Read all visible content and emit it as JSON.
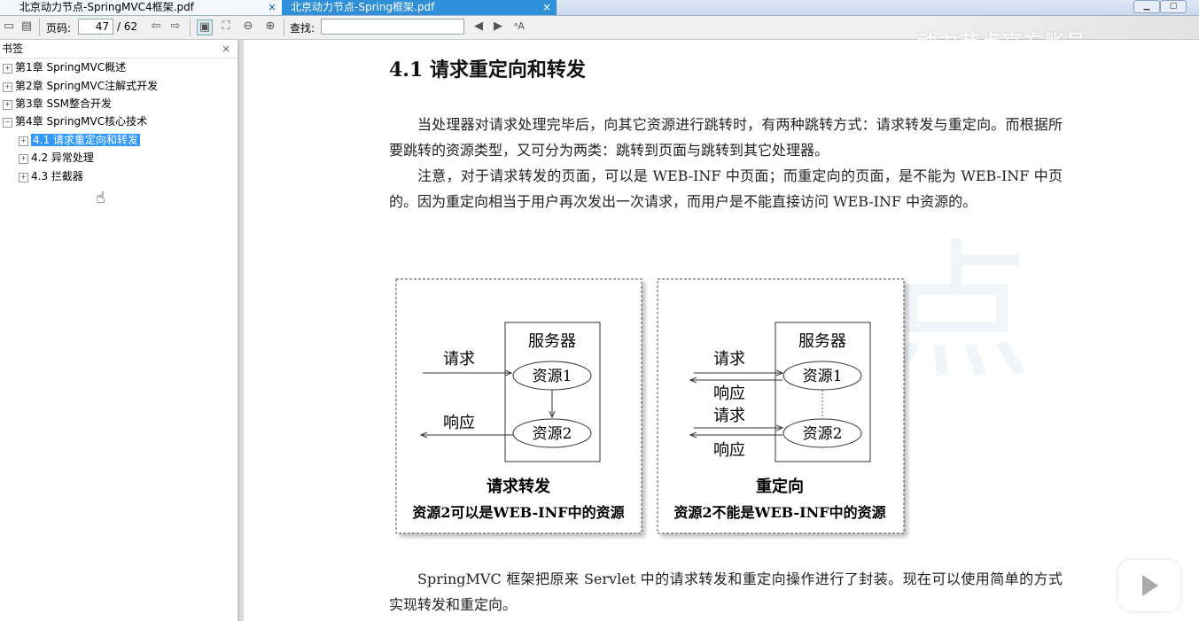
{
  "tabs": [
    {
      "label": "北京动力节点-SpringMVC4框架.pdf",
      "close": "×"
    },
    {
      "label": "北京动力节点-Spring框架.pdf",
      "close": "×"
    }
  ],
  "toolbar": {
    "page_label": "页码:",
    "page_current": "47",
    "page_total": "/ 62",
    "find_label": "查找:",
    "find_value": ""
  },
  "watermark": "动力节点官方账号",
  "sidebar": {
    "title": "书签",
    "close": "×",
    "items": [
      {
        "label": "第1章 SpringMVC概述",
        "exp": "+"
      },
      {
        "label": "第2章 SpringMVC注解式开发",
        "exp": "+"
      },
      {
        "label": "第3章 SSM整合开发",
        "exp": "+"
      },
      {
        "label": "第4章 SpringMVC核心技术",
        "exp": "−"
      },
      {
        "label": "4.1 请求重定向和转发",
        "exp": "+"
      },
      {
        "label": "4.2 异常处理",
        "exp": "+"
      },
      {
        "label": "4.3 拦截器",
        "exp": "+"
      }
    ]
  },
  "document": {
    "heading": "4.1  请求重定向和转发",
    "p1": "当处理器对请求处理完毕后，向其它资源进行跳转时，有两种跳转方式：请求转发与重定向。而根据所要跳转的资源类型，又可分为两类：跳转到页面与跳转到其它处理器。",
    "p2": "注意，对于请求转发的页面，可以是 WEB-INF 中页面；而重定向的页面，是不能为 WEB-INF 中页的。因为重定向相当于用户再次发出一次请求，而用户是不能直接访问 WEB-INF 中资源的。",
    "p3": "SpringMVC 框架把原来 Servlet 中的请求转发和重定向操作进行了封装。现在可以使用简单的方式实现转发和重定向。",
    "diagram": {
      "left": {
        "server": "服务器",
        "res1": "资源1",
        "res2": "资源2",
        "req": "请求",
        "resp": "响应",
        "caption": "请求转发",
        "note": "资源2可以是WEB-INF中的资源"
      },
      "right": {
        "server": "服务器",
        "res1": "资源1",
        "res2": "资源2",
        "req1": "请求",
        "resp1": "响应",
        "req2": "请求",
        "resp2": "响应",
        "caption": "重定向",
        "note": "资源2不能是WEB-INF中的资源"
      }
    }
  }
}
